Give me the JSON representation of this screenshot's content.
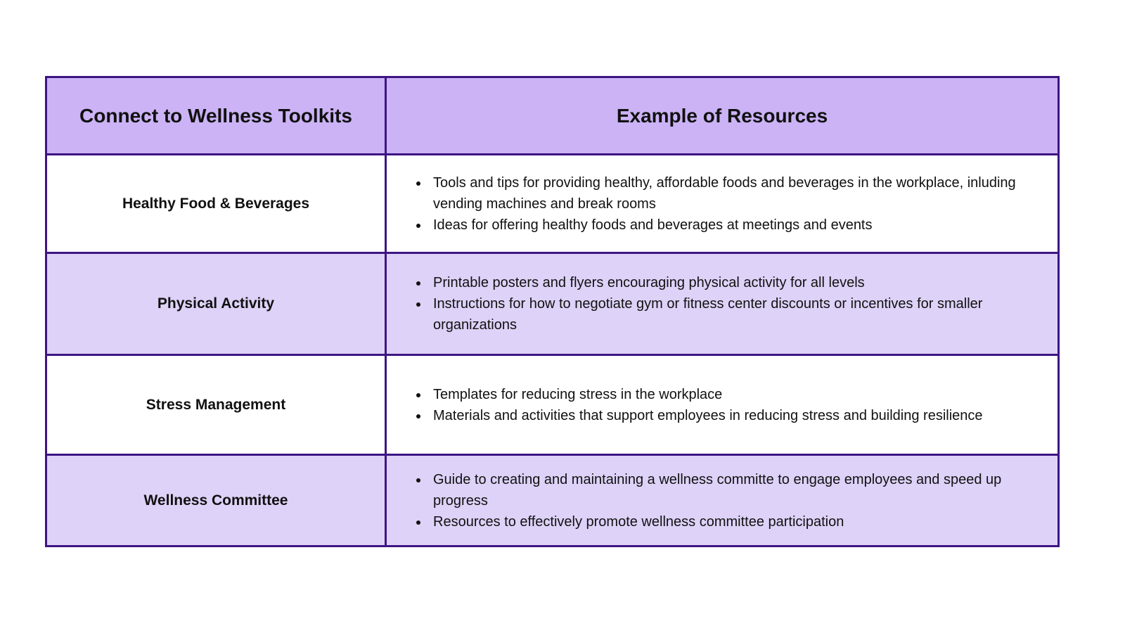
{
  "page": {
    "background_color": "#ffffff",
    "text_color": "#111111"
  },
  "table": {
    "border_color": "#3d1583",
    "header_bg_color": "#ccb3f6",
    "shaded_row_bg_color": "#ded2f8",
    "white_row_bg_color": "#ffffff",
    "headers": {
      "toolkits": "Connect to Wellness Toolkits",
      "resources": "Example of Resources"
    },
    "rows": [
      {
        "label": "Healthy Food & Beverages",
        "bullets": [
          "Tools and tips for providing healthy, affordable foods and beverages in the workplace, inluding vending machines and break rooms",
          "Ideas for offering healthy foods and beverages at meetings and events"
        ]
      },
      {
        "label": "Physical Activity",
        "bullets": [
          "Printable posters and flyers encouraging physical activity for all levels",
          "Instructions for how to negotiate gym or fitness center discounts or incentives for smaller organizations"
        ]
      },
      {
        "label": "Stress Management",
        "bullets": [
          "Templates for reducing stress in the workplace",
          "Materials and activities that support employees in reducing stress and building resilience"
        ]
      },
      {
        "label": "Wellness Committee",
        "bullets": [
          "Guide to creating and maintaining a wellness committe to engage employees and speed up progress",
          "Resources to effectively promote wellness committee participation"
        ]
      }
    ]
  }
}
